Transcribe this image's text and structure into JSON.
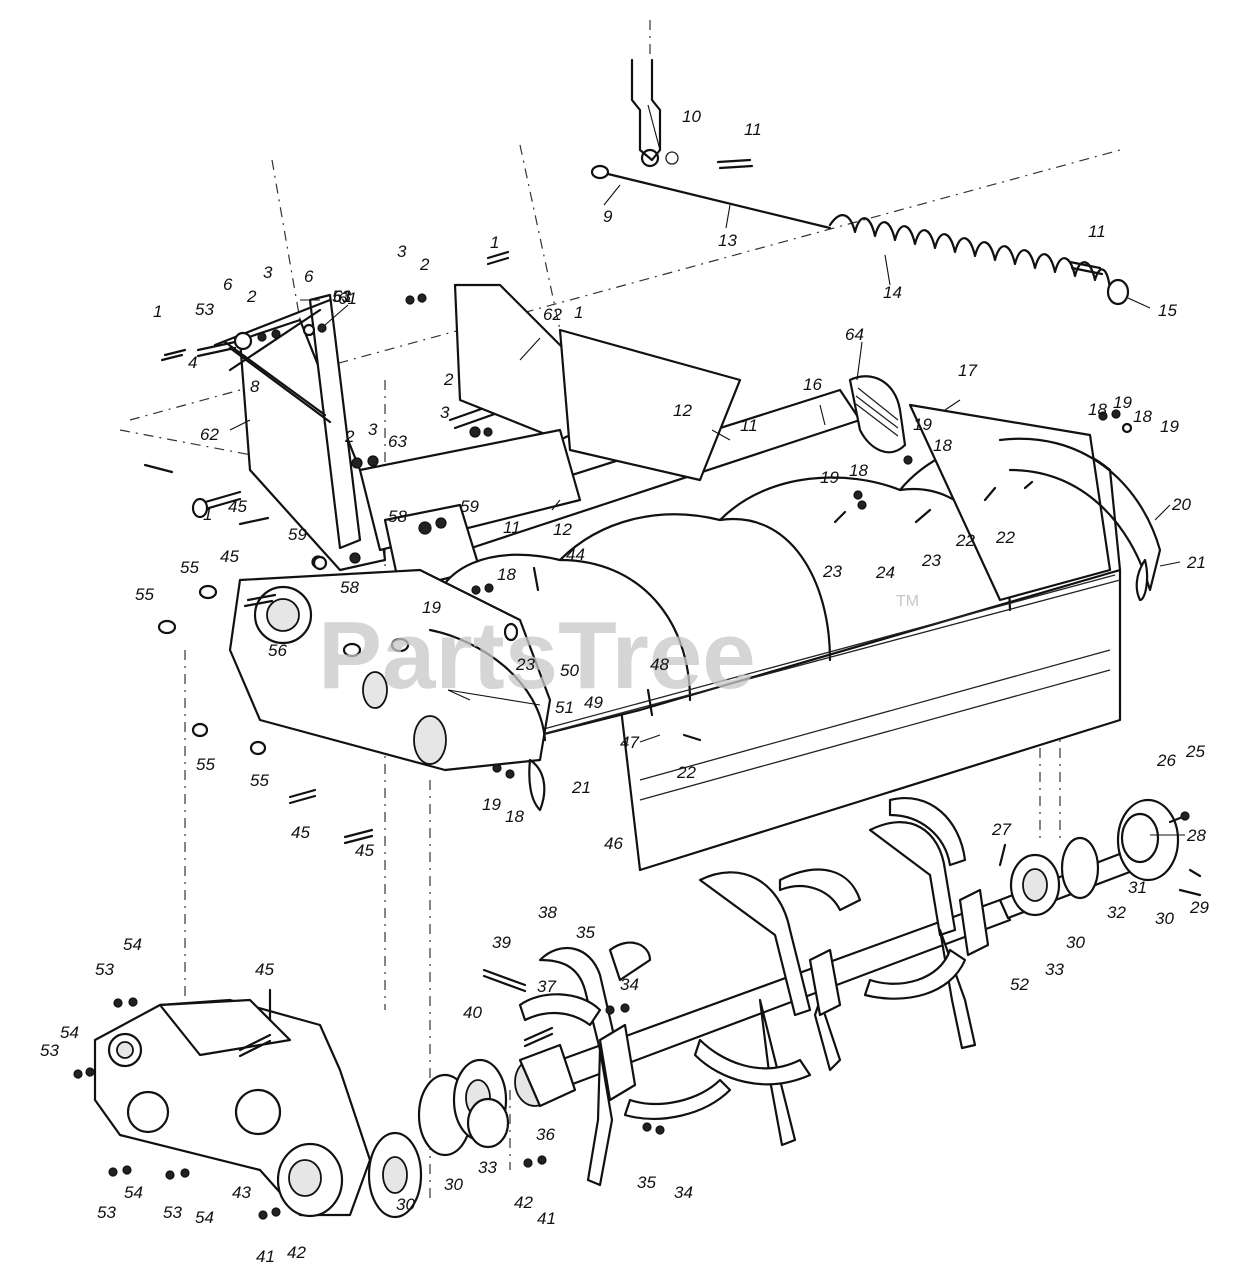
{
  "watermark": {
    "text": "PartsTree",
    "mark": "TM"
  },
  "callouts": [
    "1",
    "2",
    "3",
    "4",
    "6",
    "8",
    "9",
    "10",
    "11",
    "12",
    "13",
    "14",
    "15",
    "16",
    "17",
    "18",
    "19",
    "20",
    "21",
    "22",
    "23",
    "24",
    "25",
    "26",
    "27",
    "28",
    "29",
    "30",
    "31",
    "32",
    "33",
    "34",
    "35",
    "36",
    "37",
    "38",
    "39",
    "40",
    "41",
    "42",
    "43",
    "44",
    "45",
    "46",
    "47",
    "48",
    "49",
    "50",
    "51",
    "52",
    "53",
    "54",
    "55",
    "56",
    "58",
    "59",
    "61",
    "62",
    "63",
    "64"
  ]
}
